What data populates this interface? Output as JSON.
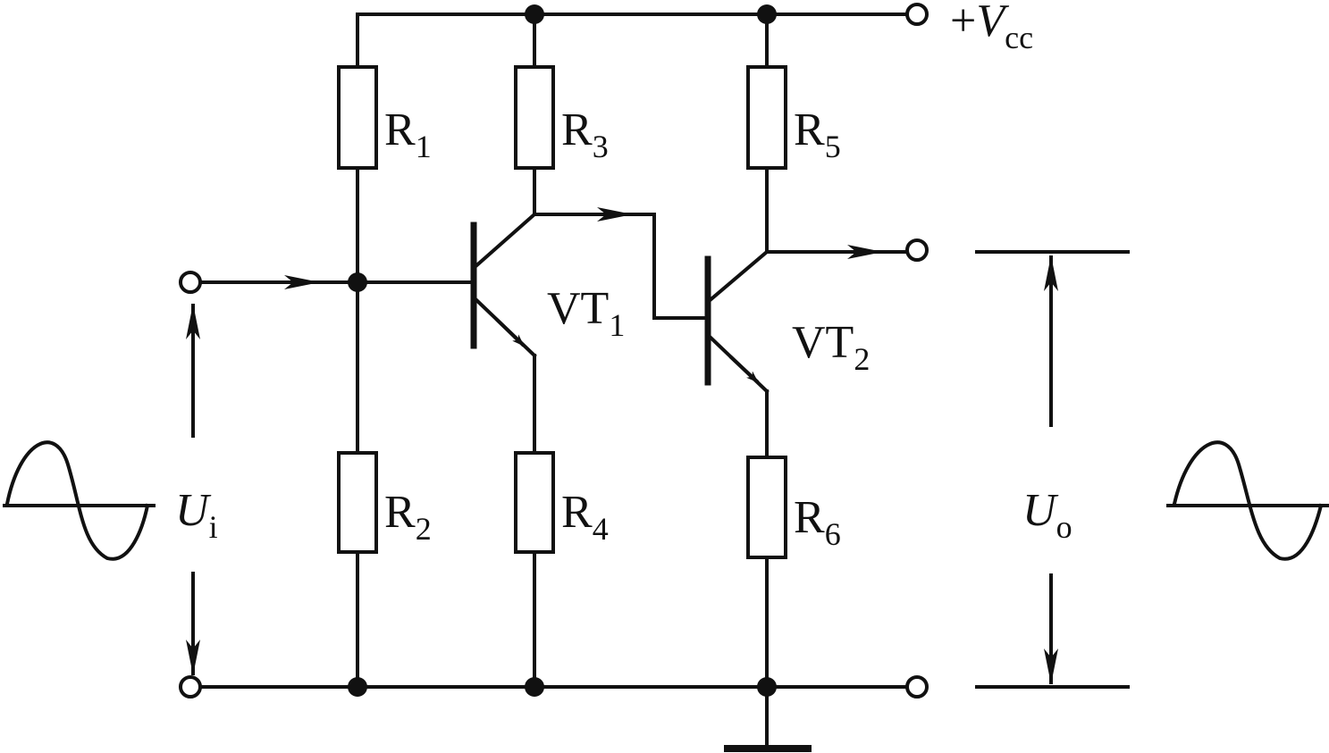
{
  "supply": {
    "sign": "+",
    "symbol": "V",
    "sub": "cc"
  },
  "resistors": [
    {
      "letter": "R",
      "sub": "1"
    },
    {
      "letter": "R",
      "sub": "3"
    },
    {
      "letter": "R",
      "sub": "5"
    },
    {
      "letter": "R",
      "sub": "2"
    },
    {
      "letter": "R",
      "sub": "4"
    },
    {
      "letter": "R",
      "sub": "6"
    }
  ],
  "transistors": [
    {
      "letter": "VT",
      "sub": "1"
    },
    {
      "letter": "VT",
      "sub": "2"
    }
  ],
  "input_voltage": {
    "symbol": "U",
    "sub": "i"
  },
  "output_voltage": {
    "symbol": "U",
    "sub": "o"
  },
  "colors": {
    "line": "#111111",
    "background": "#ffffff"
  }
}
